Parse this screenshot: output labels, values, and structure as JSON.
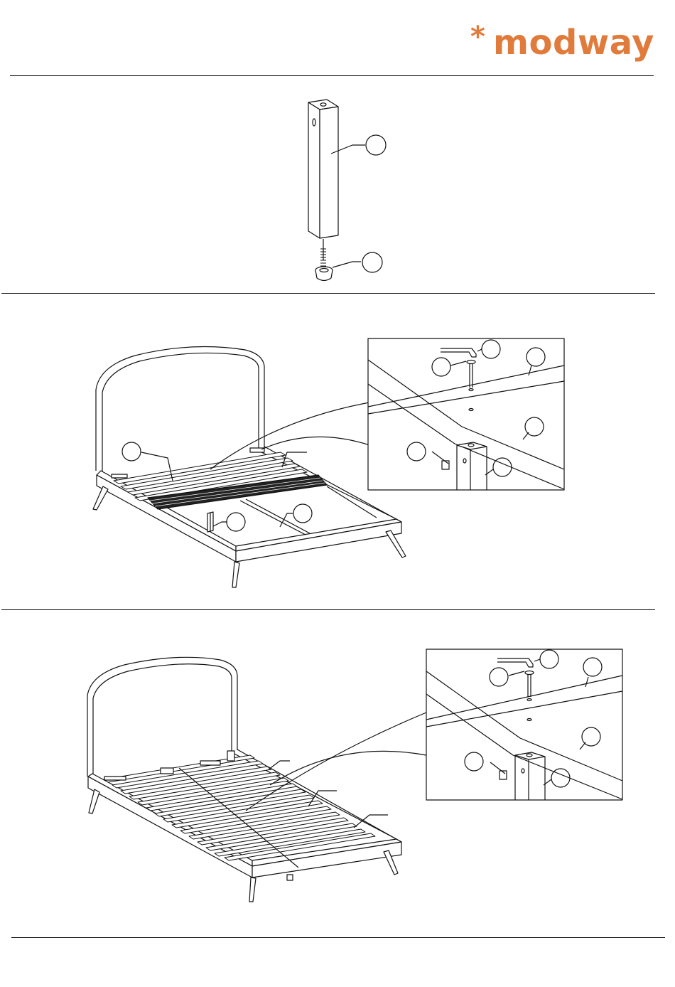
{
  "brand": {
    "name": "modway",
    "symbol": "*",
    "color": "#e07b3c"
  },
  "sections": [
    {
      "id": "step-leg-assembly",
      "callouts": [
        "",
        ""
      ]
    },
    {
      "id": "step-center-support",
      "callouts": [
        "",
        "",
        "",
        "",
        "",
        "",
        "",
        ""
      ]
    },
    {
      "id": "step-slats",
      "callouts": [
        "",
        "",
        "",
        "",
        "",
        ""
      ]
    }
  ],
  "line_color": "#111111"
}
